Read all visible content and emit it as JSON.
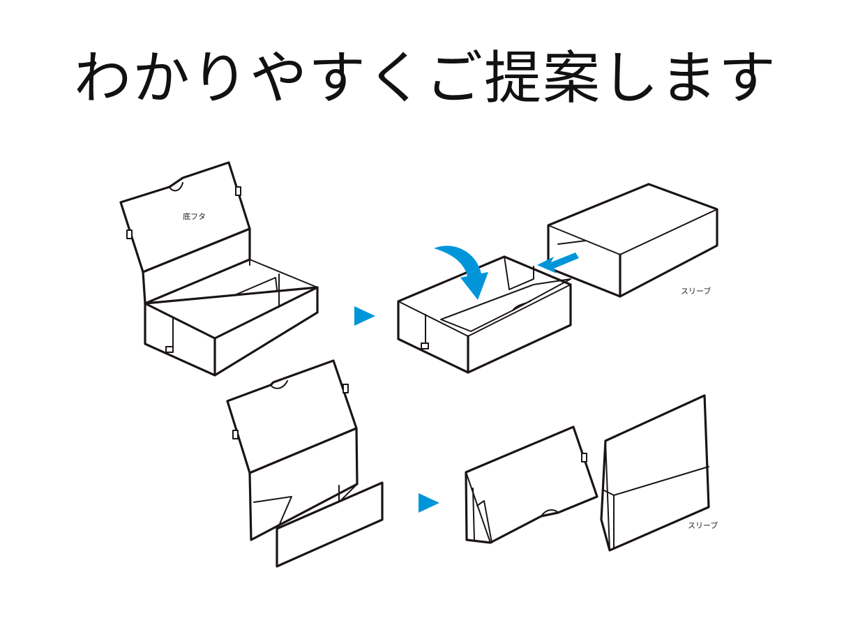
{
  "title": "わかりやすくご提案します",
  "labels": {
    "bottom_lid": "底フタ",
    "sleeve_top": "スリーブ",
    "sleeve_bottom": "スリーブ"
  },
  "colors": {
    "arrow": "#0095d9",
    "line": "#1a1414"
  }
}
